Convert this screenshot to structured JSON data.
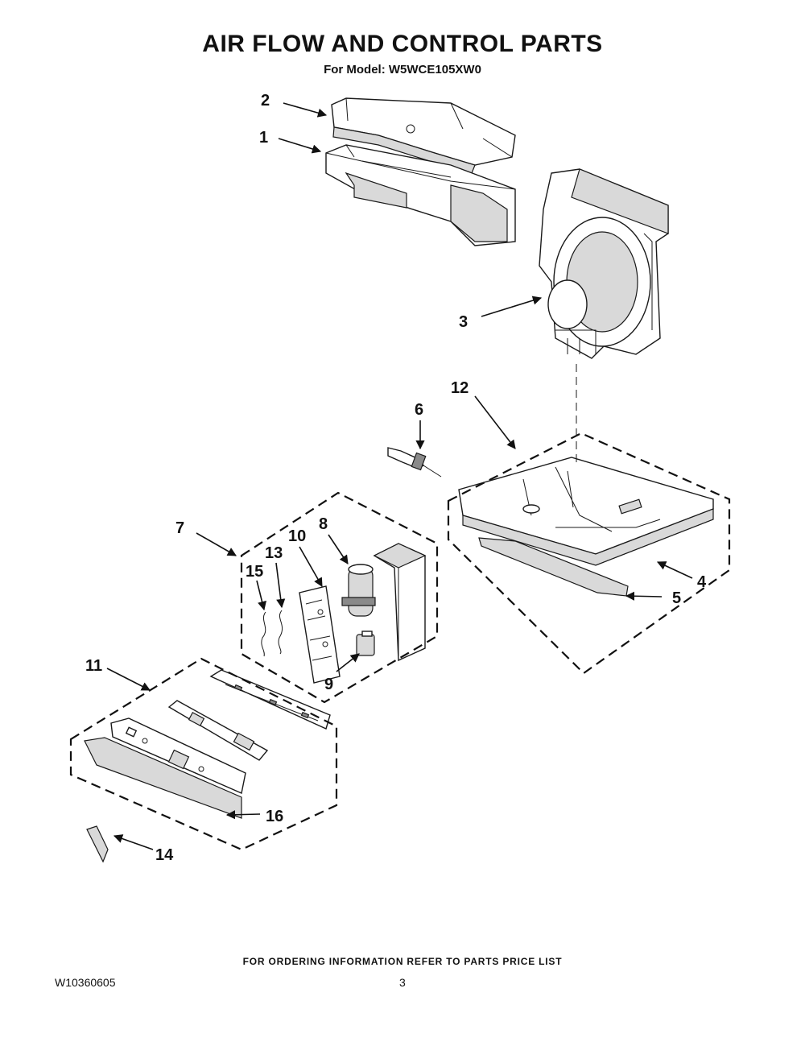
{
  "header": {
    "title": "AIR FLOW AND CONTROL PARTS",
    "subtitle": "For Model: W5WCE105XW0"
  },
  "callouts": {
    "c1": "1",
    "c2": "2",
    "c3": "3",
    "c4": "4",
    "c5": "5",
    "c6": "6",
    "c7": "7",
    "c8": "8",
    "c9": "9",
    "c10": "10",
    "c11": "11",
    "c12": "12",
    "c13": "13",
    "c14": "14",
    "c15": "15",
    "c16": "16"
  },
  "footer": {
    "ordering_note": "FOR ORDERING INFORMATION REFER TO PARTS PRICE LIST",
    "document_number": "W10360605",
    "page_number": "3"
  }
}
